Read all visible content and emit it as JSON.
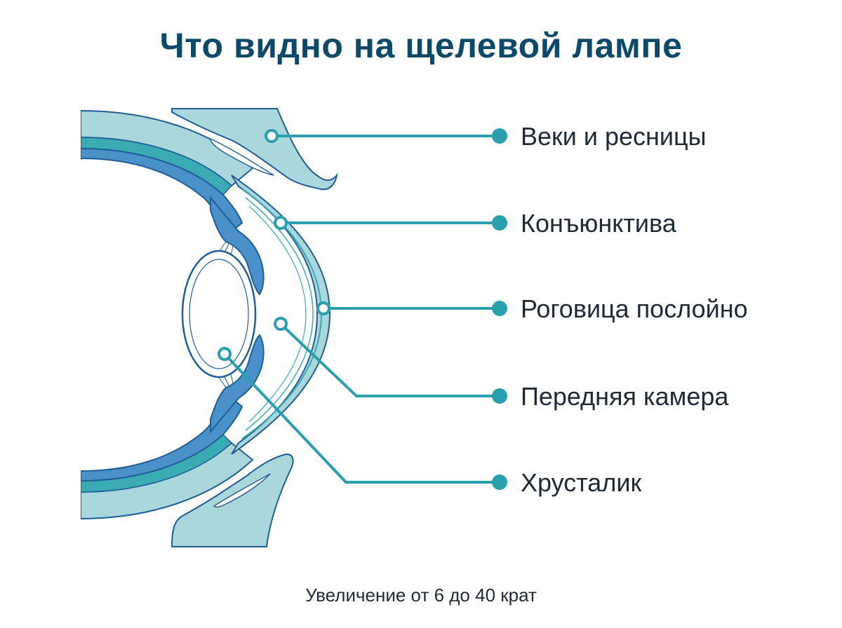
{
  "title": "Что видно на щелевой лампе",
  "labels": [
    {
      "text": "Веки и ресницы"
    },
    {
      "text": "Конъюнктива"
    },
    {
      "text": "Роговица послойно"
    },
    {
      "text": "Передняя камера"
    },
    {
      "text": "Хрусталик"
    }
  ],
  "caption": "Увеличение от 6 до 40 крат",
  "colors": {
    "title": "#0d4a6a",
    "leader_line": "#2a9fae",
    "sclera_light": "#a9d7dc",
    "tissue_blue": "#4a90c9",
    "tissue_dark": "#1f5e96",
    "teal_band": "#3aaab3",
    "eyelid": "#a9d7dc"
  }
}
